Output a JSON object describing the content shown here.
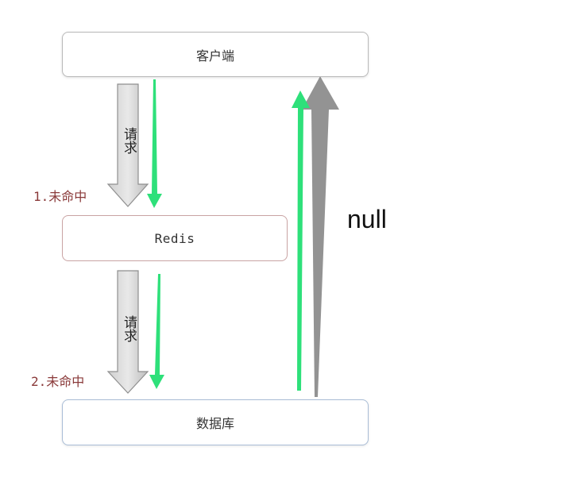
{
  "nodes": {
    "client": "客户端",
    "redis": "Redis",
    "database": "数据库"
  },
  "edges": {
    "request_1": "请求",
    "request_2": "请求",
    "miss_1": "1.未命中",
    "miss_2": "2.未命中",
    "null_return": "null"
  },
  "colors": {
    "gray_arrow": "#9a9a9a",
    "green_arrow": "#2ecc71"
  }
}
